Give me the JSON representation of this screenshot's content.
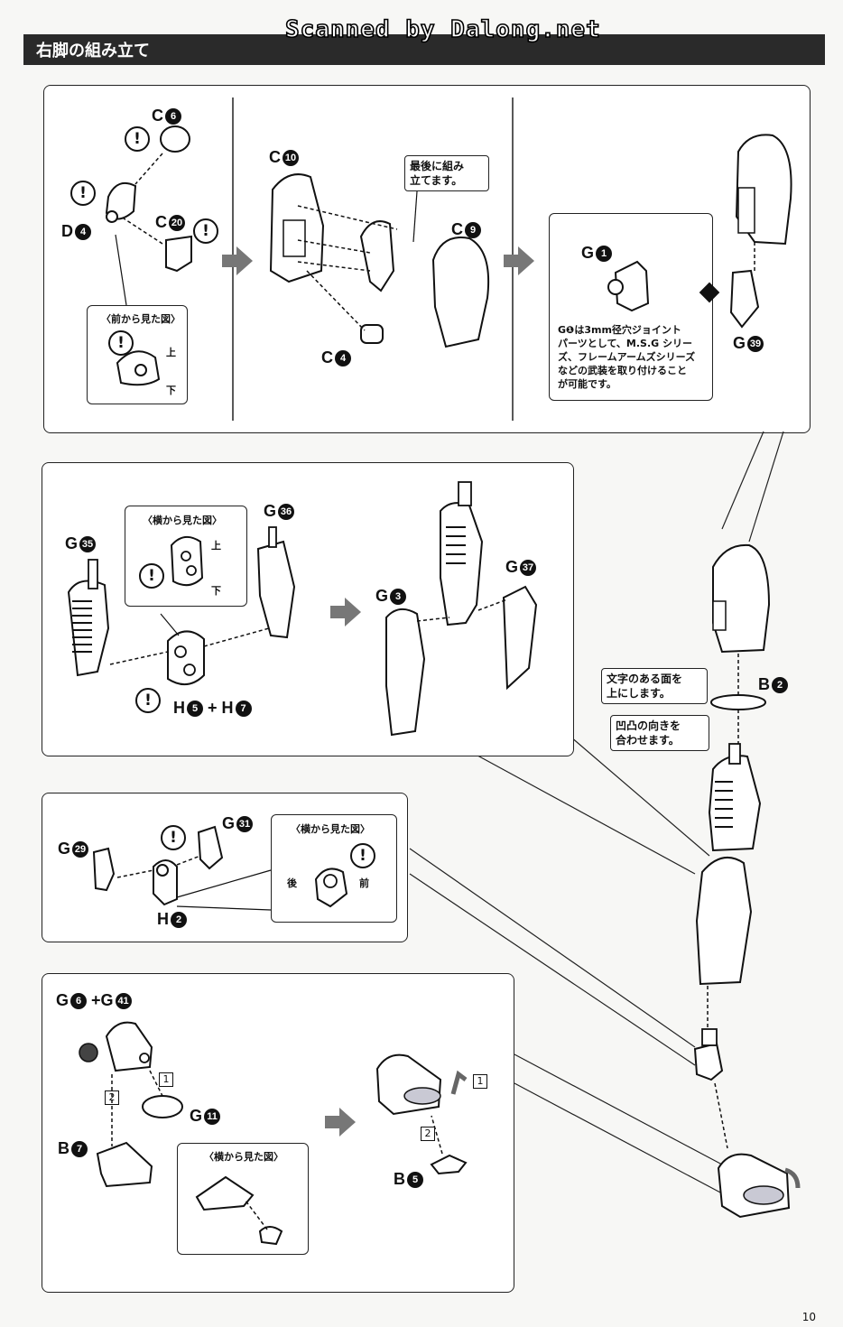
{
  "header": {
    "title": "右脚の組み立て",
    "watermark": "Scanned by Dalong.net"
  },
  "parts": {
    "c6": {
      "letter": "C",
      "num": "6"
    },
    "d4": {
      "letter": "D",
      "num": "4"
    },
    "c20": {
      "letter": "C",
      "num": "20"
    },
    "c10": {
      "letter": "C",
      "num": "10"
    },
    "c9": {
      "letter": "C",
      "num": "9"
    },
    "c4": {
      "letter": "C",
      "num": "4"
    },
    "g1": {
      "letter": "G",
      "num": "1"
    },
    "g39": {
      "letter": "G",
      "num": "39"
    },
    "g36": {
      "letter": "G",
      "num": "36"
    },
    "g35": {
      "letter": "G",
      "num": "35"
    },
    "g3": {
      "letter": "G",
      "num": "3"
    },
    "g37": {
      "letter": "G",
      "num": "37"
    },
    "h5": {
      "letter": "H",
      "num": "5"
    },
    "h7": {
      "letter": "H",
      "num": "7"
    },
    "b2": {
      "letter": "B",
      "num": "2"
    },
    "g29": {
      "letter": "G",
      "num": "29"
    },
    "g31": {
      "letter": "G",
      "num": "31"
    },
    "h2": {
      "letter": "H",
      "num": "2"
    },
    "g6": {
      "letter": "G",
      "num": "6"
    },
    "g41": {
      "letter": "G",
      "num": "41"
    },
    "g11": {
      "letter": "G",
      "num": "11"
    },
    "b7": {
      "letter": "B",
      "num": "7"
    },
    "b5": {
      "letter": "B",
      "num": "5"
    }
  },
  "plus": "+",
  "exclaim": "!",
  "labels": {
    "front_view": "〈前から見た図〉",
    "side_view": "〈横から見た図〉",
    "up": "上",
    "down": "下",
    "back": "後",
    "front": "前",
    "last_assemble": "最後に組み\n立てます。",
    "g1_note": "G❶は3mm径穴ジョイント\nパーツとして、M.S.G シリー\nズ、フレームアームズシリーズ\nなどの武装を取り付けること\nが可能です。",
    "text_face_up": "文字のある面を\n上にします。",
    "align_bumps": "凹凸の向きを\n合わせます。",
    "step1": "1",
    "step2": "2"
  },
  "page_number": "10"
}
